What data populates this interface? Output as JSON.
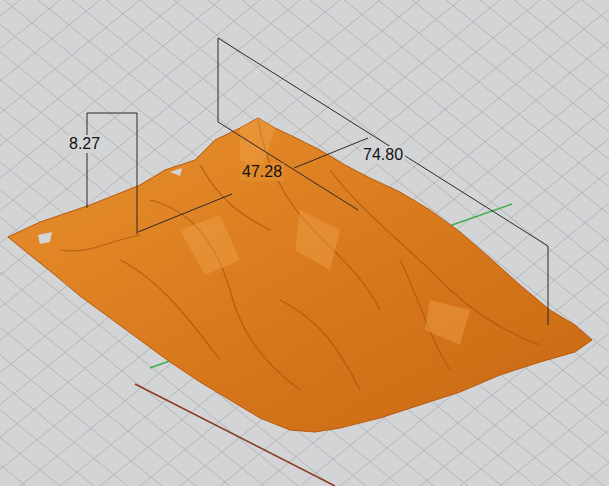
{
  "diagram": {
    "labels": [
      "8.27",
      "47.28",
      "74.80"
    ]
  }
}
